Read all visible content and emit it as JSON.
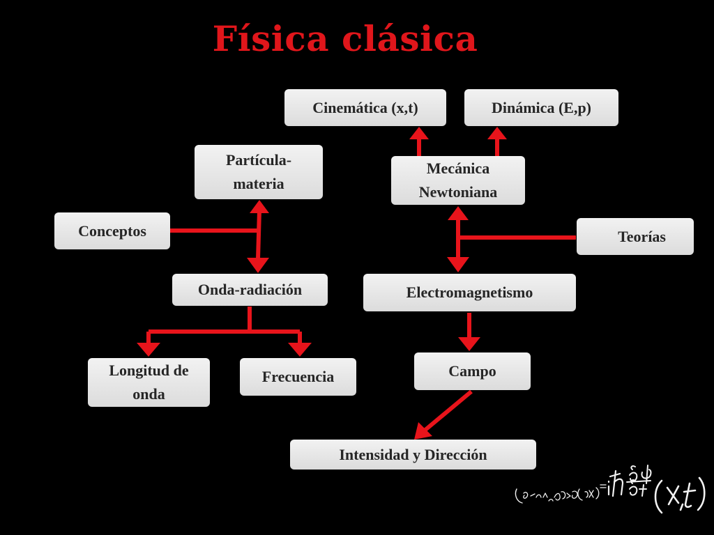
{
  "slide": {
    "title": "Física clásica"
  },
  "nodes": {
    "cinematica": "Cinemática (x,t)",
    "dinamica": "Dinámica (E,p)",
    "particula": "Partícula-\nmateria",
    "mecanica": "Mecánica\nNewtoniana",
    "conceptos": "Conceptos",
    "teorias": "Teorías",
    "onda": "Onda-radiación",
    "electromagnetismo": "Electromagnetismo",
    "longitud": "Longitud de\nonda",
    "frecuencia": "Frecuencia",
    "campo": "Campo",
    "intensidad": "Intensidad y Dirección"
  },
  "colors": {
    "arrow": "#e8141b",
    "title": "#e0161b",
    "node_bg": "#e6e6e6",
    "background": "#000000"
  },
  "decoration": {
    "formula_icon": "schrodinger-equation-handwritten"
  }
}
